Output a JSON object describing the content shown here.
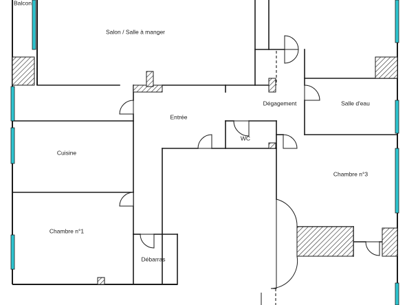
{
  "rooms": {
    "balcon": "Balcon",
    "salon": "Salon / Salle à manger",
    "entree": "Entrée",
    "degagement": "Dégagement",
    "salle_eau": "Salle d'eau",
    "wc": "WC",
    "cuisine": "Cuisine",
    "chambre1": "Chambre n°1",
    "chambre3": "Chambre n°3",
    "debarras": "Débarras"
  },
  "colors": {
    "window": "#2ec4cf",
    "wall": "#1a1a1a",
    "background": "#ffffff"
  }
}
